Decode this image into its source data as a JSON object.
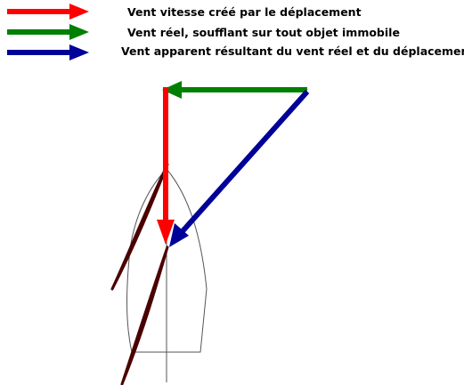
{
  "legend": {
    "items": [
      {
        "label": "Vent vitesse créé par le déplacement",
        "color": "#ff0000"
      },
      {
        "label": "Vent réel, soufflant sur tout objet immobile",
        "color": "#008000"
      },
      {
        "label": "Vent apparent résultant du vent réel et du déplacement",
        "color": "#000099"
      }
    ]
  },
  "colors": {
    "hull_outline": "#555555",
    "sail": "#6b0000"
  }
}
